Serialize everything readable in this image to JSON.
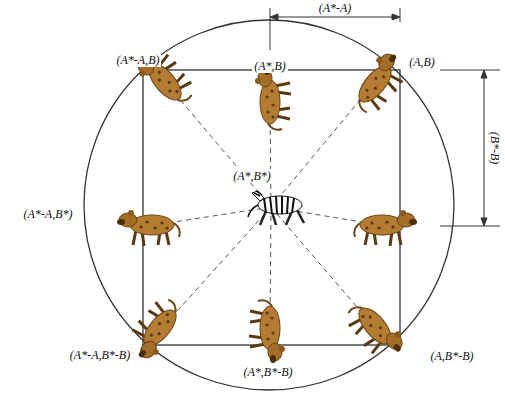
{
  "diagram": {
    "labels": [
      "(A*-A)",
      "(A*-A,B)",
      "(A*,B)",
      "(A,B)",
      "(B*-B)",
      "(A*-A,B*)",
      "(A*,B*)",
      "(A*-A,B*-B)",
      "(A*,B*-B)",
      "(A,B*-B)"
    ]
  }
}
